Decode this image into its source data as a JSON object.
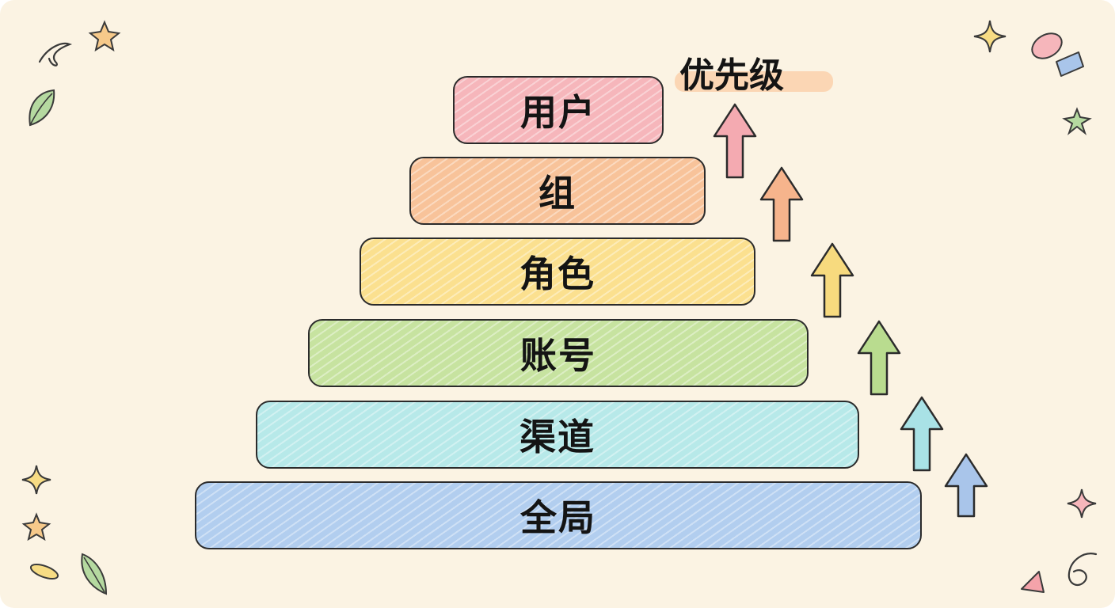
{
  "priority_label": "优先级",
  "tiers": [
    {
      "label": "用户",
      "color": "#f6b6bb",
      "arrow_color": "#f4aab1"
    },
    {
      "label": "组",
      "color": "#f8c39a",
      "arrow_color": "#f6b48c"
    },
    {
      "label": "角色",
      "color": "#fbe08f",
      "arrow_color": "#f7da7e"
    },
    {
      "label": "账号",
      "color": "#c7e3a0",
      "arrow_color": "#b9dc8f"
    },
    {
      "label": "渠道",
      "color": "#b7e9e9",
      "arrow_color": "#a9e2e6"
    },
    {
      "label": "全局",
      "color": "#b2ceef",
      "arrow_color": "#a9c5ea"
    }
  ],
  "decorations": {
    "icons": [
      "star-icon",
      "sparkle-icon",
      "leaf-icon",
      "swirl-icon",
      "pill-icon"
    ]
  }
}
